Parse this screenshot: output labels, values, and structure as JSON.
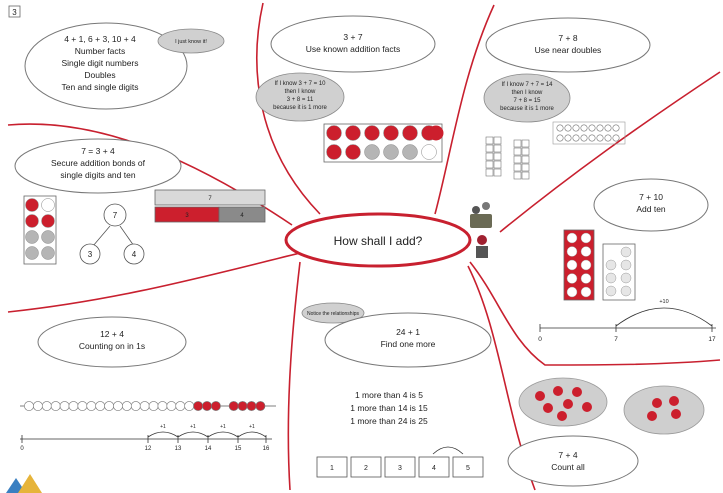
{
  "page_number": "3",
  "center": {
    "title": "How shall I add?"
  },
  "sections": {
    "number_facts": {
      "lines": [
        "4 + 1, 6 + 3, 10 + 4",
        "Number facts",
        "Single digit numbers",
        "Doubles",
        "Ten and single digits"
      ],
      "bubble": "I just know it!"
    },
    "known_facts": {
      "lines": [
        "3 + 7",
        "Use known addition facts"
      ],
      "bubble": [
        "If I know 3 + 7 = 10",
        "then I know",
        "3 + 8 = 11",
        "because it is 1 more"
      ]
    },
    "near_doubles": {
      "lines": [
        "7 + 8",
        "Use near doubles"
      ],
      "bubble": [
        "If I know 7 + 7 = 14",
        "then I know",
        "7 + 8 = 15",
        "because it is 1 more"
      ]
    },
    "bonds": {
      "lines": [
        "7 = 3 + 4",
        "Secure addition bonds of",
        "single digits and ten"
      ],
      "bar_whole": "7",
      "bar_parts": [
        "3",
        "4"
      ],
      "tree_whole": "7",
      "tree_parts": [
        "3",
        "4"
      ]
    },
    "add_ten": {
      "lines": [
        "7 + 10",
        "Add ten"
      ],
      "jump_label": "+10",
      "axis_labels": [
        "0",
        "7",
        "17"
      ]
    },
    "counting_on": {
      "lines": [
        "12 + 4",
        "Counting on in 1s"
      ],
      "jump_labels": [
        "+1",
        "+1",
        "+1",
        "+1"
      ],
      "axis_labels": [
        "0",
        "12",
        "13",
        "14",
        "15",
        "16"
      ]
    },
    "one_more": {
      "bubble": "Notice the relationships",
      "lines": [
        "24 + 1",
        "Find one more"
      ],
      "facts": [
        "1 more than   4 is  5",
        "1 more than 14 is 15",
        "1 more than 24 is 25"
      ],
      "cards": [
        "1",
        "2",
        "3",
        "4",
        "5"
      ]
    },
    "count_all": {
      "lines": [
        "7 + 4",
        "Count all"
      ]
    }
  },
  "colors": {
    "accent_red": "#cc1f2d",
    "counter_grey": "#b5b5b5",
    "line_red": "#c8202f"
  }
}
